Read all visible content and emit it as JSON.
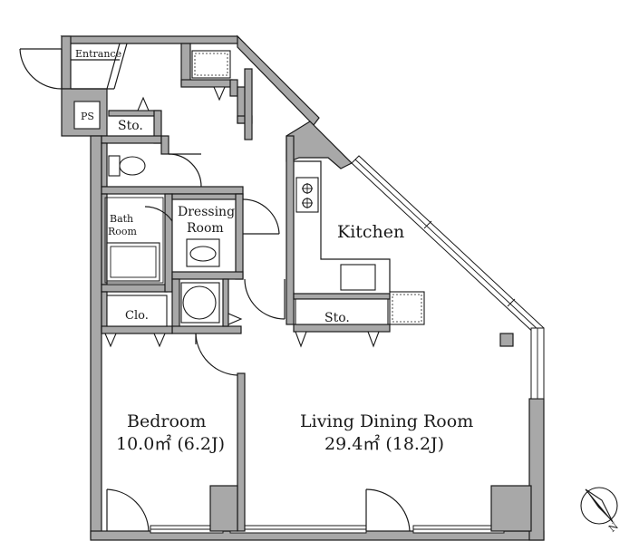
{
  "rooms": {
    "entrance": "Entrance",
    "ps": "PS",
    "storage_top": "Sto.",
    "bath": [
      "Bath",
      "Room"
    ],
    "dressing": [
      "Dressing",
      "Room"
    ],
    "closet": "Clo.",
    "kitchen": "Kitchen",
    "storage_kitchen": "Sto.",
    "bedroom": {
      "name": "Bedroom",
      "size": "10.0㎡ (6.2J)"
    },
    "living": {
      "name": "Living Dining Room",
      "size": "29.4㎡ (18.2J)"
    }
  },
  "compass": {
    "label": "N",
    "icon": "north-arrow-icon"
  },
  "colors": {
    "wall": "#a8a8a8",
    "line": "#1a1a1a",
    "background": "#ffffff"
  }
}
